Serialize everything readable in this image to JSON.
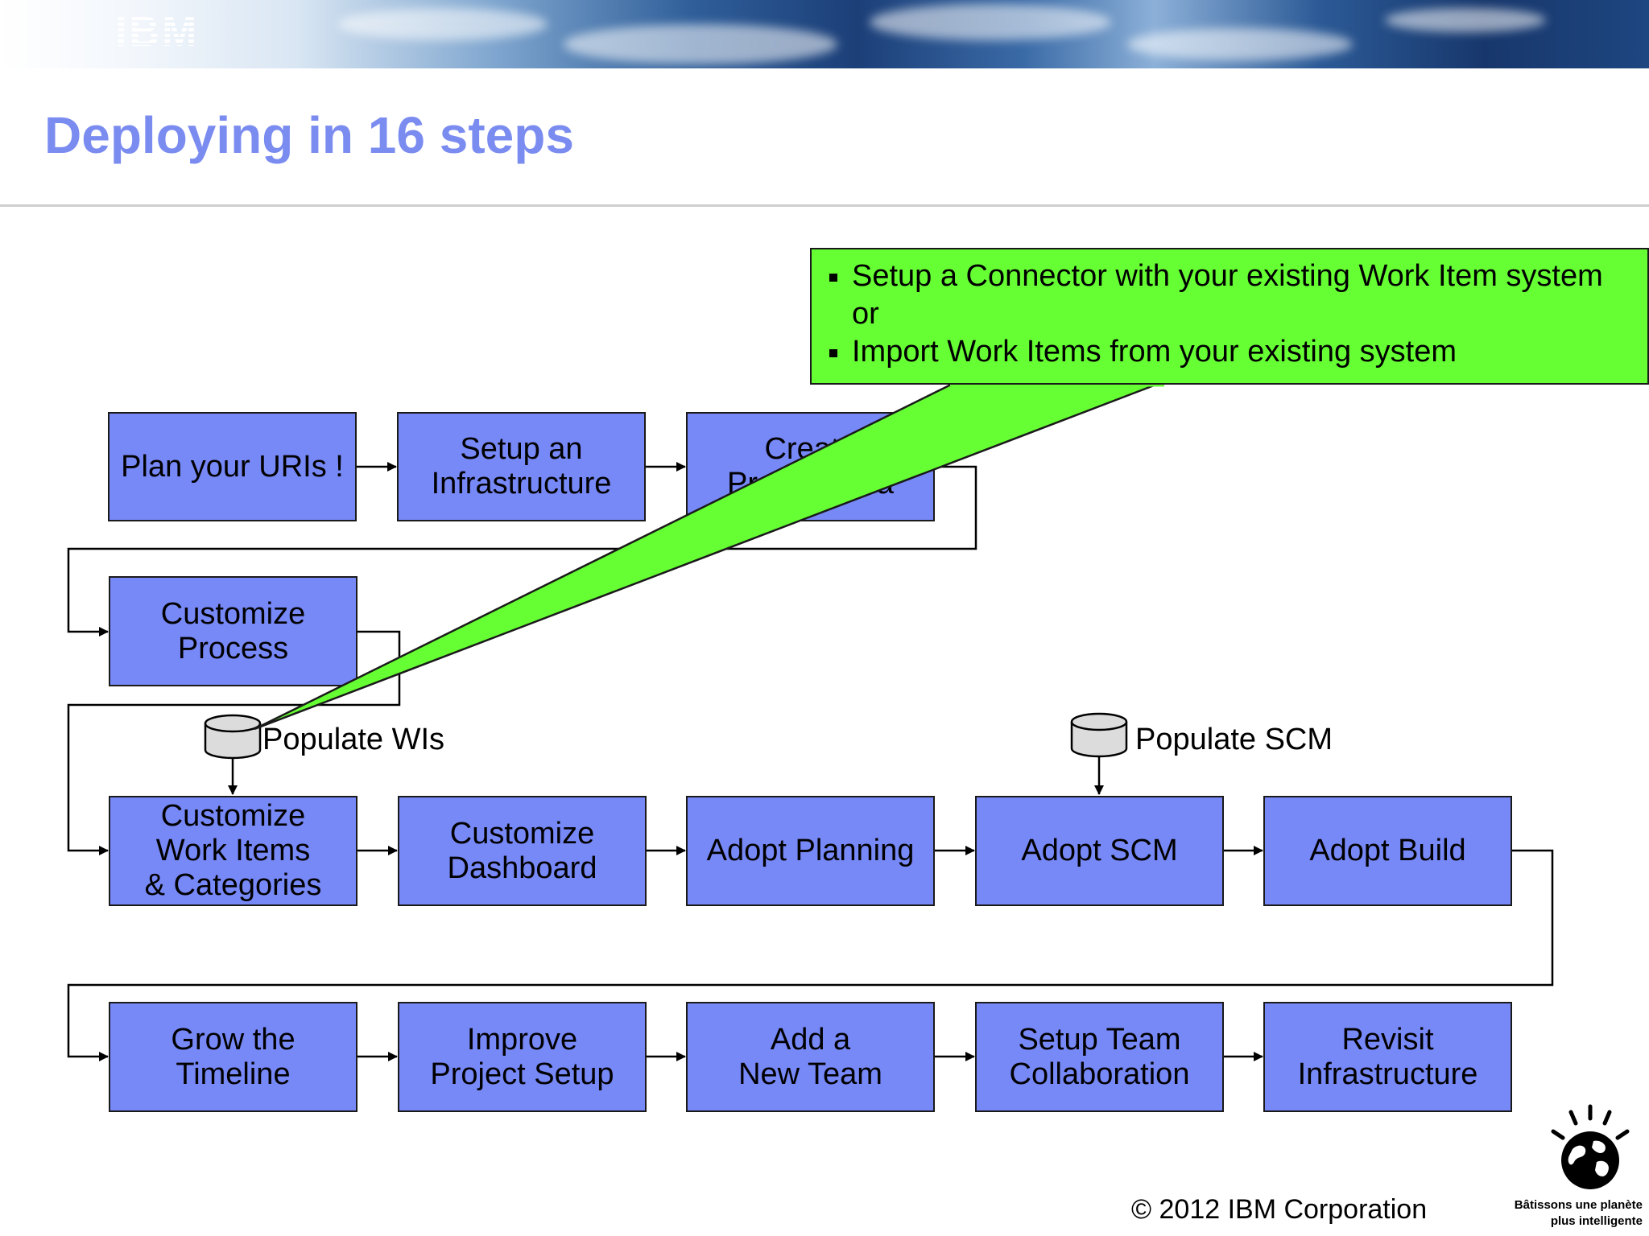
{
  "header": {
    "logo_text": "IBM",
    "title": "Deploying in 16 steps"
  },
  "callout": {
    "bullets": [
      "Setup a Connector with your existing Work Item system or",
      "Import Work Items from your existing system"
    ]
  },
  "steps": {
    "plan_uris": "Plan your URIs !",
    "setup_infrastructure": "Setup an\nInfrastructure",
    "create_project_area": "Create\nProject Area",
    "customize_process": "Customize\nProcess",
    "customize_work_items": "Customize\nWork Items\n& Categories",
    "customize_dashboard": "Customize\nDashboard",
    "adopt_planning": "Adopt Planning",
    "adopt_scm": "Adopt SCM",
    "adopt_build": "Adopt Build",
    "grow_timeline": "Grow the\nTimeline",
    "improve_project_setup": "Improve\nProject Setup",
    "add_new_team": "Add a\nNew Team",
    "setup_team_collaboration": "Setup Team\nCollaboration",
    "revisit_infrastructure": "Revisit\nInfrastructure"
  },
  "databases": {
    "populate_wis": "Populate WIs",
    "populate_scm": "Populate SCM"
  },
  "footer": {
    "copyright": "© 2012 IBM Corporation",
    "tagline": "Bâtissons une planète\nplus intelligente"
  },
  "colors": {
    "title": "#7b8cf0",
    "step_fill": "#7788f7",
    "callout_fill": "#66ff33",
    "database_fill": "#dcdcdc"
  }
}
